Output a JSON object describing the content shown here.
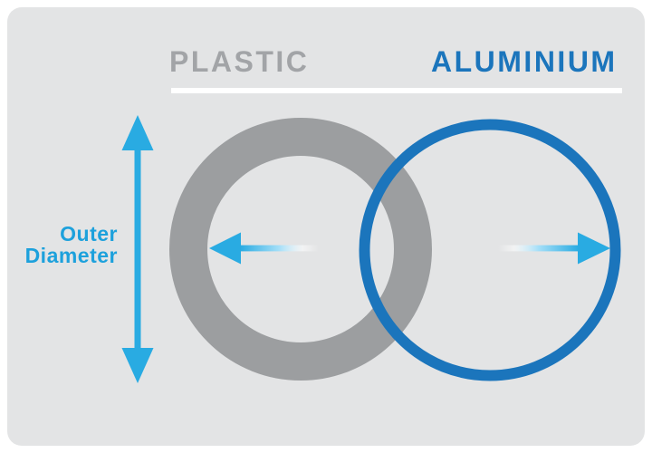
{
  "canvas": {
    "background": "#FFFFFF",
    "panel_color": "#E3E4E5"
  },
  "header": {
    "left_title": "PLASTIC",
    "left_title_color": "#A2A4A7",
    "right_title": "ALUMINIUM",
    "right_title_color": "#1B75BC",
    "underline_color": "#FFFFFF"
  },
  "labels": {
    "outer_diameter_line1": "Outer",
    "outer_diameter_line2": "Diameter",
    "outer_diameter_color": "#1DA1DC"
  },
  "diagram": {
    "plastic_ring_color": "#9C9EA0",
    "aluminium_ring_color": "#1B75BC",
    "arrow_color": "#29ABE2",
    "arrow_fade_color": "#A5DFF8"
  }
}
